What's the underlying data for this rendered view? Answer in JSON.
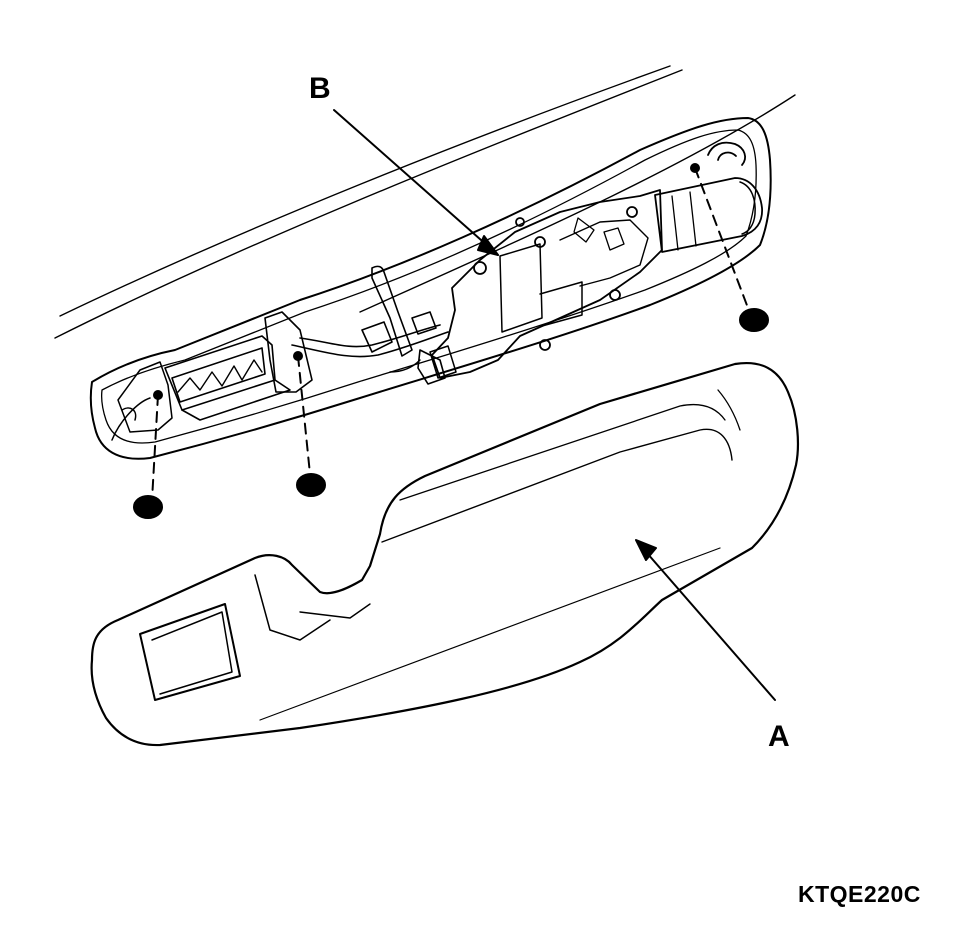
{
  "labels": {
    "part_b": "B",
    "part_a": "A"
  },
  "figure_code": "KTQE220C",
  "colors": {
    "line": "#000000",
    "background": "#ffffff"
  }
}
